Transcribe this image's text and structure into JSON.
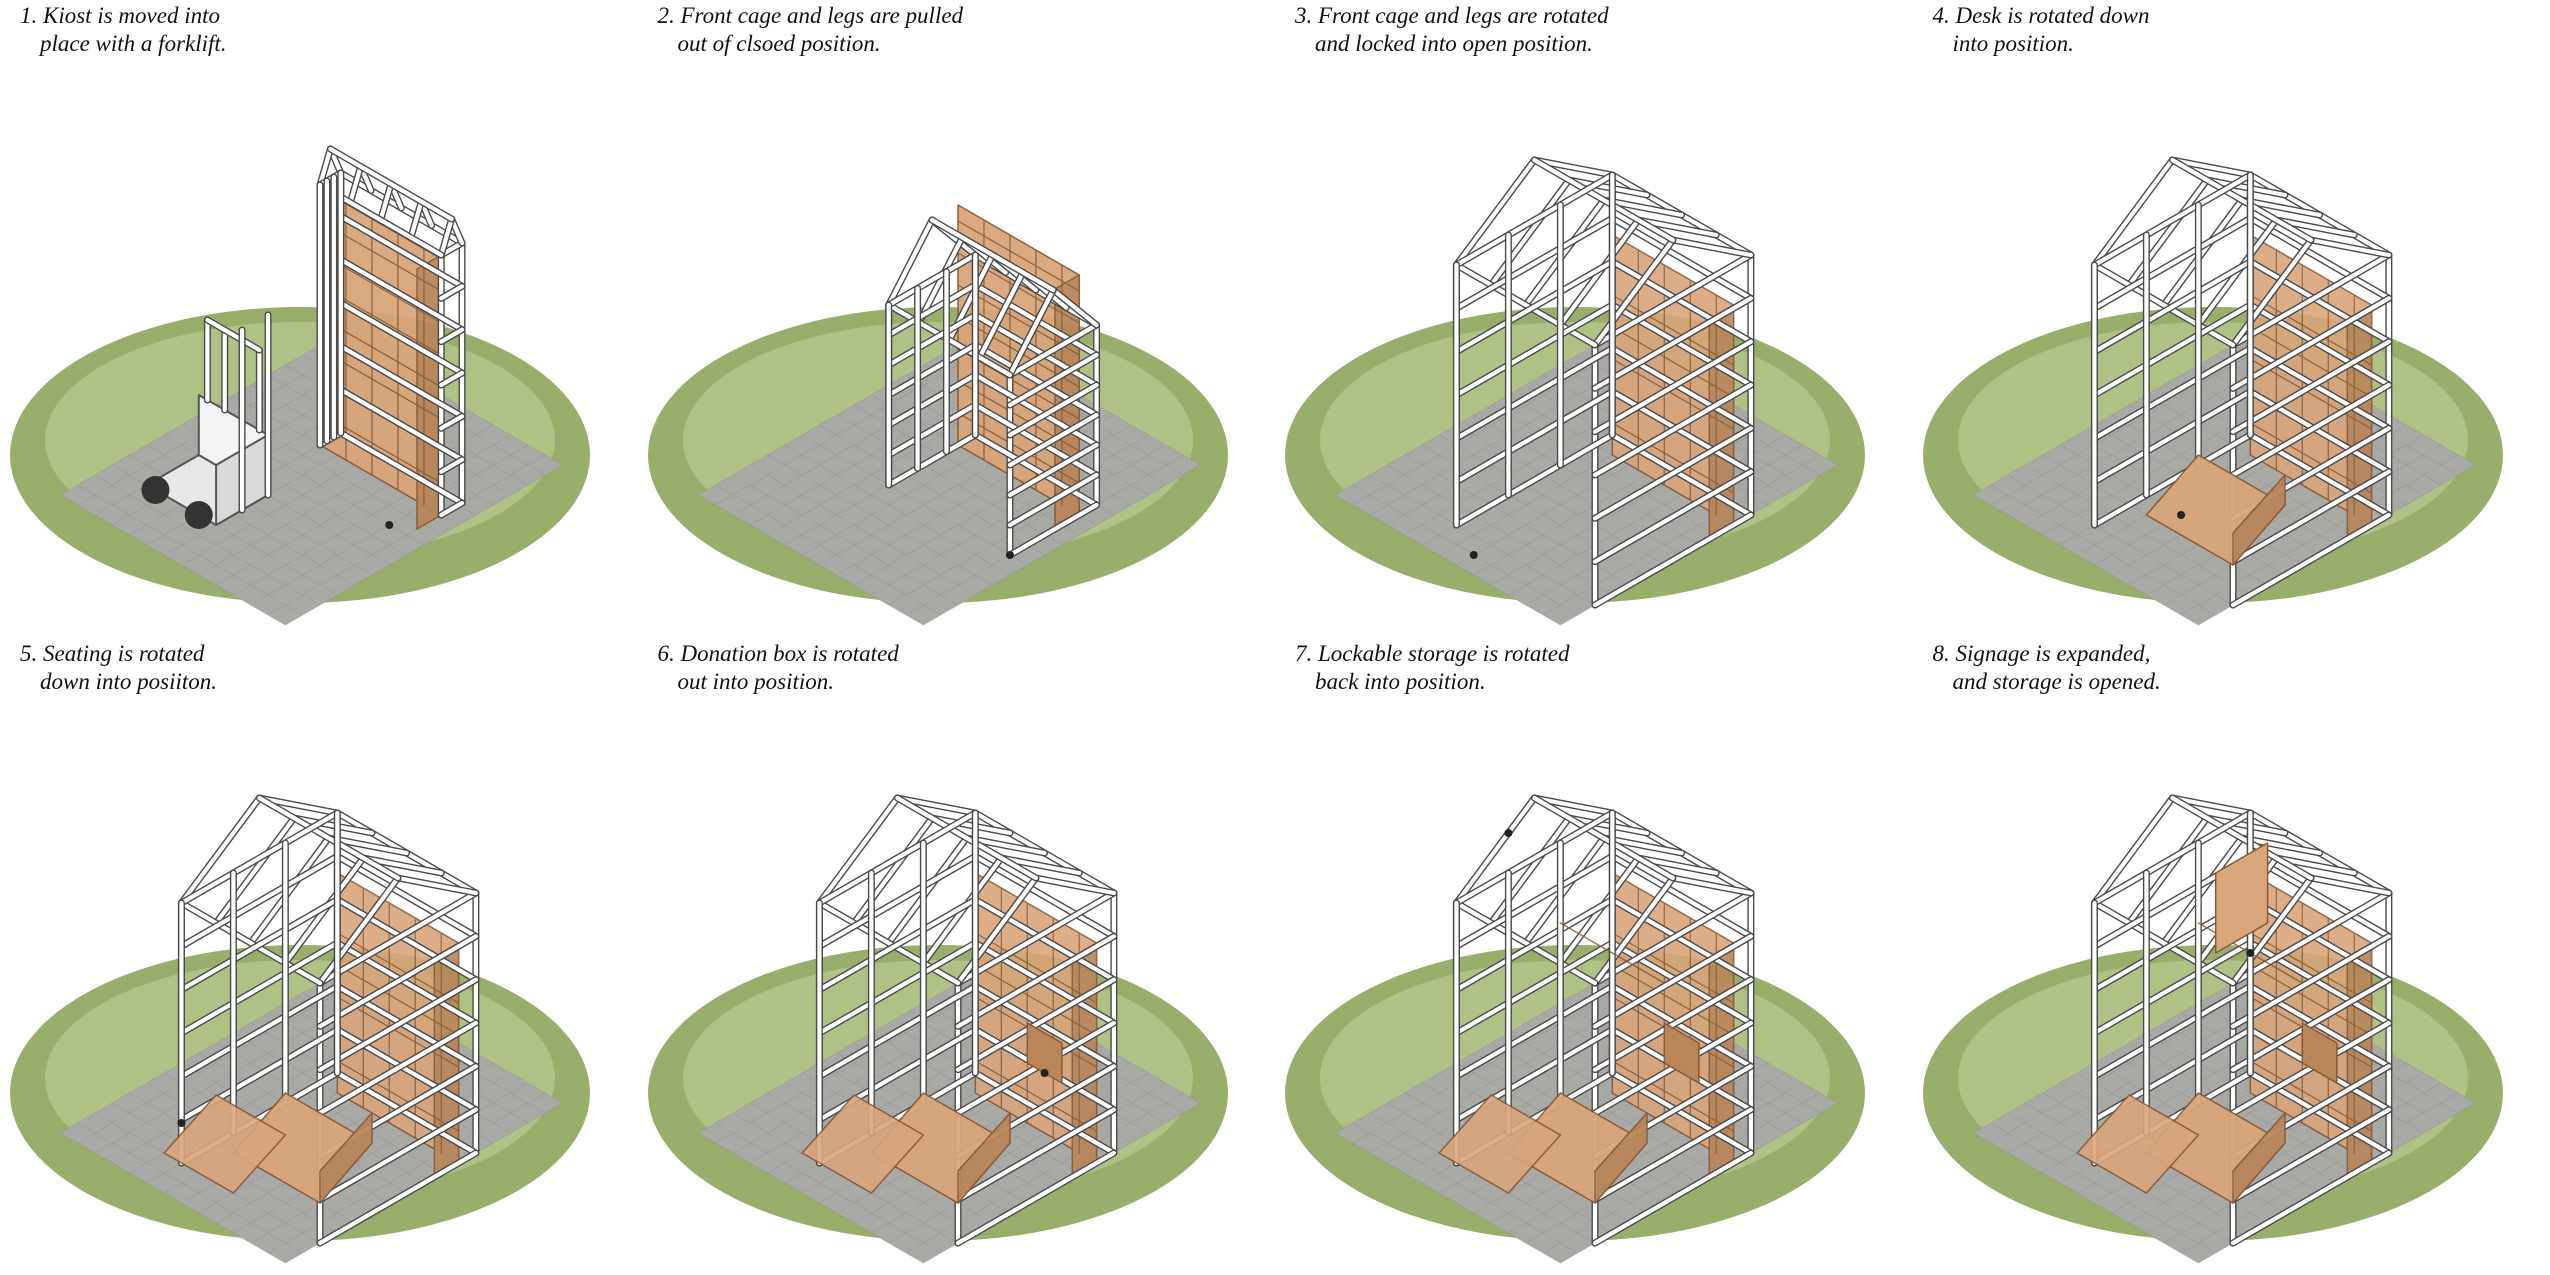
{
  "steps": [
    {
      "number": 1,
      "line1": "1. Kiost is moved into",
      "line2": "place with a forklift.",
      "state": "forklift"
    },
    {
      "number": 2,
      "line1": "2. Front cage and legs are pulled",
      "line2": "out of clsoed position.",
      "state": "pulling"
    },
    {
      "number": 3,
      "line1": "3. Front cage and legs are rotated",
      "line2": "and locked into open position.",
      "state": "open"
    },
    {
      "number": 4,
      "line1": "4. Desk is rotated down",
      "line2": "into position.",
      "state": "desk"
    },
    {
      "number": 5,
      "line1": "5. Seating is rotated",
      "line2": "down into posiiton.",
      "state": "seating"
    },
    {
      "number": 6,
      "line1": "6. Donation box is rotated",
      "line2": "out into position.",
      "state": "donation"
    },
    {
      "number": 7,
      "line1": "7. Lockable storage is rotated",
      "line2": "back into position.",
      "state": "storage"
    },
    {
      "number": 8,
      "line1": "8. Signage is expanded,",
      "line2": "and storage is opened.",
      "state": "signage"
    }
  ],
  "colors": {
    "grass": "#9aae6c",
    "grass_light": "#c5d3a0",
    "pavers": "#a9a9a6",
    "pavers_dark": "#8d8d8a",
    "frame": "#ffffff",
    "frame_stroke": "#4a4a4a",
    "wood": "#d9a57a",
    "wood_dark": "#b98559",
    "wood_stroke": "#8a5a35"
  },
  "icons": [
    "forklift-icon",
    "dashed-arrow-icon"
  ]
}
